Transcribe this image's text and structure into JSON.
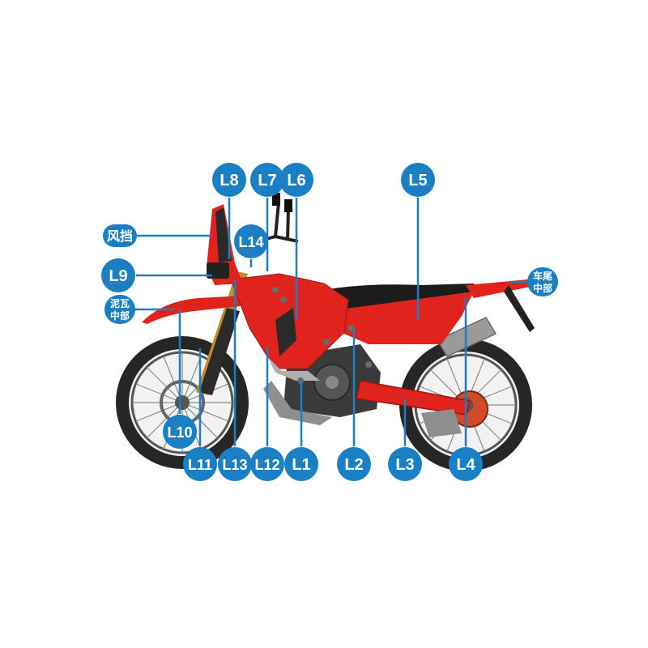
{
  "colors": {
    "badge": "#1b7fc3",
    "leader": "#1b7fc3",
    "bodywork": "#e0241d",
    "bodywork_dark": "#b51612",
    "seat": "#1c1c1c",
    "tire": "#262626",
    "frame": "#3a3a3a",
    "metal": "#9a9a9a"
  },
  "labels": {
    "l1": "L1",
    "l2": "L2",
    "l3": "L3",
    "l4": "L4",
    "l5": "L5",
    "l6": "L6",
    "l7": "L7",
    "l8": "L8",
    "l9": "L9",
    "l10": "L10",
    "l11": "L11",
    "l12": "L12",
    "l13": "L13",
    "l14": "L14",
    "windshield": "风挡",
    "front_fender_line1": "泥瓦",
    "front_fender_line2": "中部",
    "tail_line1": "车尾",
    "tail_line2": "中部"
  }
}
